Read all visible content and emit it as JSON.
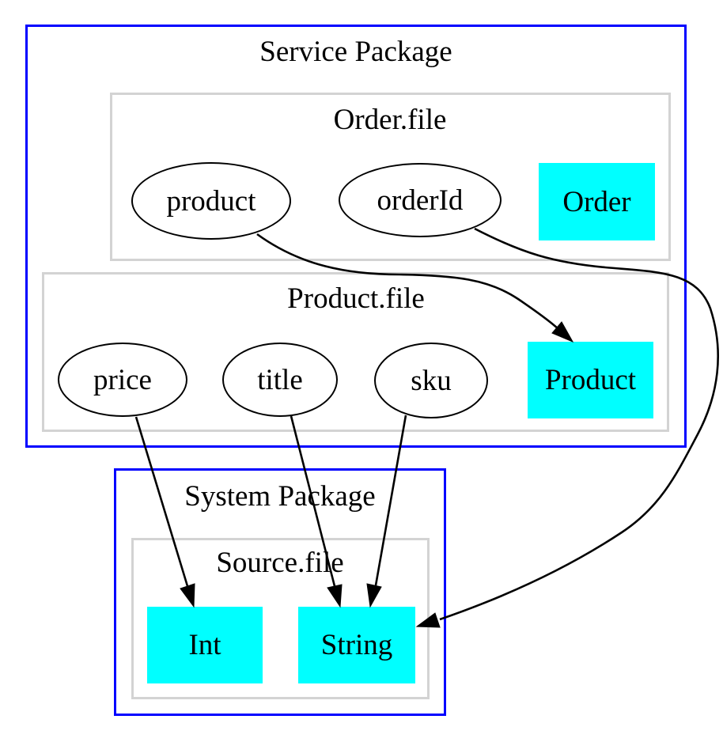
{
  "diagram": {
    "clusters": {
      "service": {
        "label": "Service Package"
      },
      "order_file": {
        "label": "Order.file"
      },
      "product_file": {
        "label": "Product.file"
      },
      "system": {
        "label": "System Package"
      },
      "source_file": {
        "label": "Source.file"
      }
    },
    "nodes": {
      "product": {
        "label": "product",
        "shape": "ellipse"
      },
      "orderId": {
        "label": "orderId",
        "shape": "ellipse"
      },
      "order": {
        "label": "Order",
        "shape": "box"
      },
      "price": {
        "label": "price",
        "shape": "ellipse"
      },
      "title": {
        "label": "title",
        "shape": "ellipse"
      },
      "sku": {
        "label": "sku",
        "shape": "ellipse"
      },
      "product_type": {
        "label": "Product",
        "shape": "box"
      },
      "int": {
        "label": "Int",
        "shape": "box"
      },
      "string": {
        "label": "String",
        "shape": "box"
      }
    },
    "edges": [
      {
        "from": "product",
        "to": "Product"
      },
      {
        "from": "orderId",
        "to": "String"
      },
      {
        "from": "price",
        "to": "Int"
      },
      {
        "from": "title",
        "to": "String"
      },
      {
        "from": "sku",
        "to": "String"
      }
    ],
    "colors": {
      "package_border": "#0000ff",
      "file_border": "#d3d3d3",
      "type_fill": "#00ffff",
      "stroke": "#000000"
    }
  }
}
